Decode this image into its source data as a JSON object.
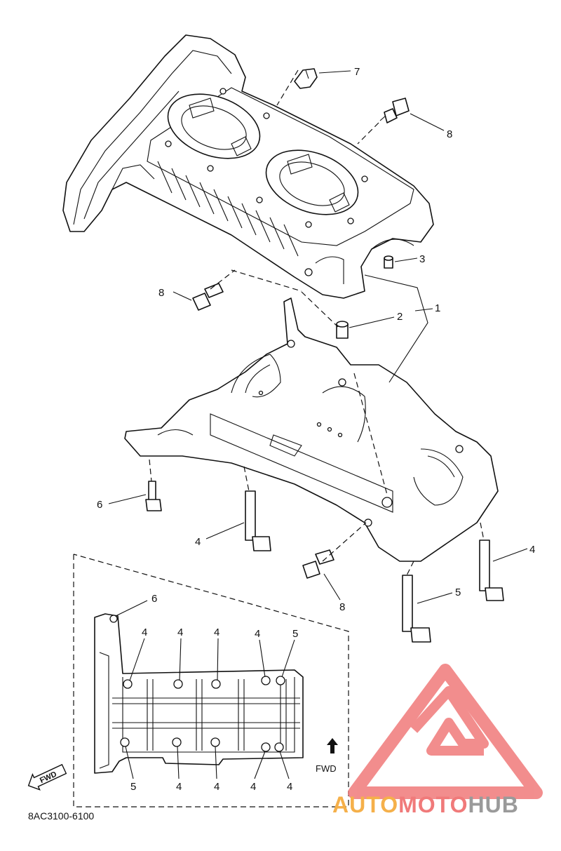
{
  "diagram": {
    "catalog_code": "8AC3100-6100",
    "fwd_label": "FWD",
    "fwd_arrow_label": "FWD",
    "callouts": [
      {
        "id": "c7",
        "text": "7"
      },
      {
        "id": "c8a",
        "text": "8"
      },
      {
        "id": "c3",
        "text": "3"
      },
      {
        "id": "c8b",
        "text": "8"
      },
      {
        "id": "c2",
        "text": "2"
      },
      {
        "id": "c1",
        "text": "1"
      },
      {
        "id": "c6a",
        "text": "6"
      },
      {
        "id": "c4a",
        "text": "4"
      },
      {
        "id": "c4b",
        "text": "4"
      },
      {
        "id": "c5a",
        "text": "5"
      },
      {
        "id": "c8c",
        "text": "8"
      }
    ],
    "inset_callouts": [
      {
        "id": "i6",
        "text": "6"
      },
      {
        "id": "i4a",
        "text": "4"
      },
      {
        "id": "i4b",
        "text": "4"
      },
      {
        "id": "i4c",
        "text": "4"
      },
      {
        "id": "i4d",
        "text": "4"
      },
      {
        "id": "i5a",
        "text": "5"
      },
      {
        "id": "i5b",
        "text": "5"
      },
      {
        "id": "i4e",
        "text": "4"
      },
      {
        "id": "i4f",
        "text": "4"
      },
      {
        "id": "i4g",
        "text": "4"
      },
      {
        "id": "i4h",
        "text": "4"
      }
    ]
  },
  "watermark": {
    "brand_part1": "AUTO",
    "brand_part2": "MOTO",
    "brand_part3": "HUB",
    "accent_color": "#f07a7a",
    "gray_color": "#9a9a9a",
    "orange_color": "#f5b04a"
  }
}
